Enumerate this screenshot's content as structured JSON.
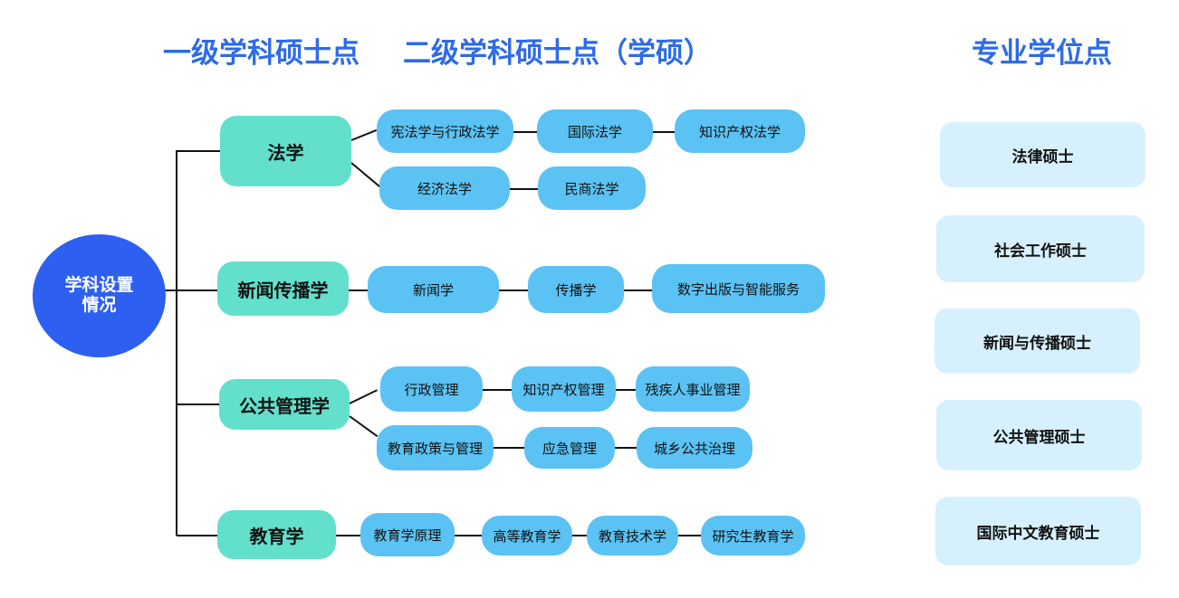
{
  "headers": {
    "level1": "一级学科硕士点",
    "level2": "二级学科硕士点（学硕）",
    "professional": "专业学位点"
  },
  "root": {
    "label": "学科设置情况"
  },
  "disciplines": [
    {
      "name": "法学",
      "rows": [
        [
          "宪法学与行政法学",
          "国际法学",
          "知识产权法学"
        ],
        [
          "经济法学",
          "民商法学"
        ]
      ]
    },
    {
      "name": "新闻传播学",
      "rows": [
        [
          "新闻学",
          "传播学",
          "数字出版与智能服务"
        ]
      ]
    },
    {
      "name": "公共管理学",
      "rows": [
        [
          "行政管理",
          "知识产权管理",
          "残疾人事业管理"
        ],
        [
          "教育政策与管理",
          "应急管理",
          "城乡公共治理"
        ]
      ]
    },
    {
      "name": "教育学",
      "rows": [
        [
          "教育学原理",
          "高等教育学",
          "教育技术学",
          "研究生教育学"
        ]
      ]
    }
  ],
  "professional_degrees": [
    "法律硕士",
    "社会工作硕士",
    "新闻与传播硕士",
    "公共管理硕士",
    "国际中文教育硕士"
  ]
}
